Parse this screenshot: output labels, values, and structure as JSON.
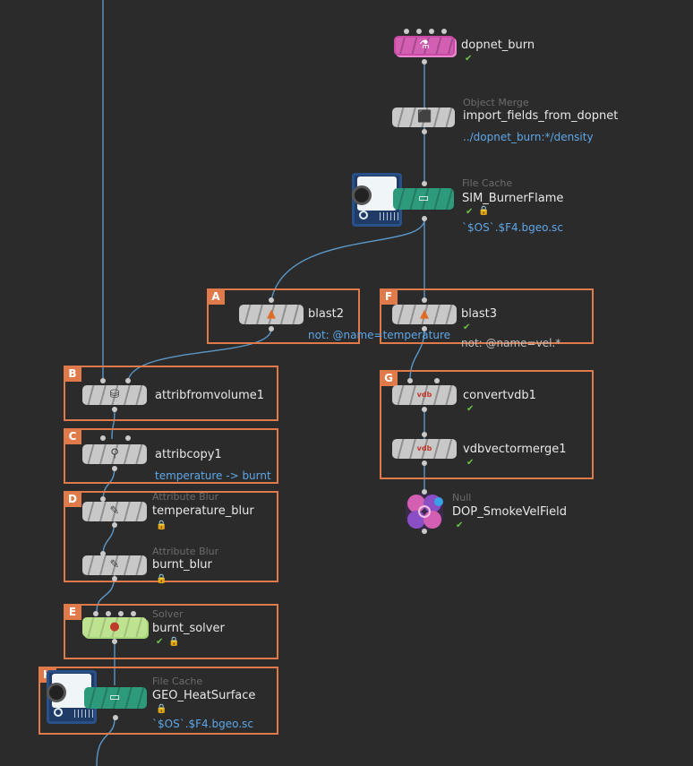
{
  "colors": {
    "background": "#2b2b2b",
    "box_border": "#e07a4a",
    "wire": "#5b97c7",
    "subtitle": "#5da7e8"
  },
  "nodes": {
    "dopnet_burn": {
      "name": "dopnet_burn",
      "icon": "dop-network-icon"
    },
    "import_fields": {
      "type": "Object Merge",
      "name": "import_fields_from_dopnet",
      "path": "../dopnet_burn:*/density"
    },
    "sim_cache": {
      "type": "File Cache",
      "name": "SIM_BurnerFlame",
      "file": "`$OS`.$F4.bgeo.sc"
    },
    "blast2": {
      "name": "blast2",
      "group": "not: @name=temperature"
    },
    "blast3": {
      "name": "blast3",
      "group": "not: @name=vel.*"
    },
    "attribfromvolume1": {
      "name": "attribfromvolume1"
    },
    "attribcopy1": {
      "name": "attribcopy1",
      "note": "temperature -> burnt"
    },
    "temperature_blur": {
      "type": "Attribute Blur",
      "name": "temperature_blur"
    },
    "burnt_blur": {
      "type": "Attribute Blur",
      "name": "burnt_blur"
    },
    "burnt_solver": {
      "type": "Solver",
      "name": "burnt_solver"
    },
    "heat_cache": {
      "type": "File Cache",
      "name": "GEO_HeatSurface",
      "file": "`$OS`.$F4.bgeo.sc"
    },
    "convertvdb1": {
      "name": "convertvdb1"
    },
    "vdbvectormerge1": {
      "name": "vdbvectormerge1"
    },
    "null": {
      "type": "Null",
      "name": "DOP_SmokeVelField"
    }
  },
  "boxes": [
    "A",
    "B",
    "C",
    "D",
    "E",
    "F",
    "G",
    "H"
  ],
  "glyphs": {
    "flag": "✔",
    "lock": "🔒",
    "vdb": "vdb",
    "bars": "||||||"
  }
}
